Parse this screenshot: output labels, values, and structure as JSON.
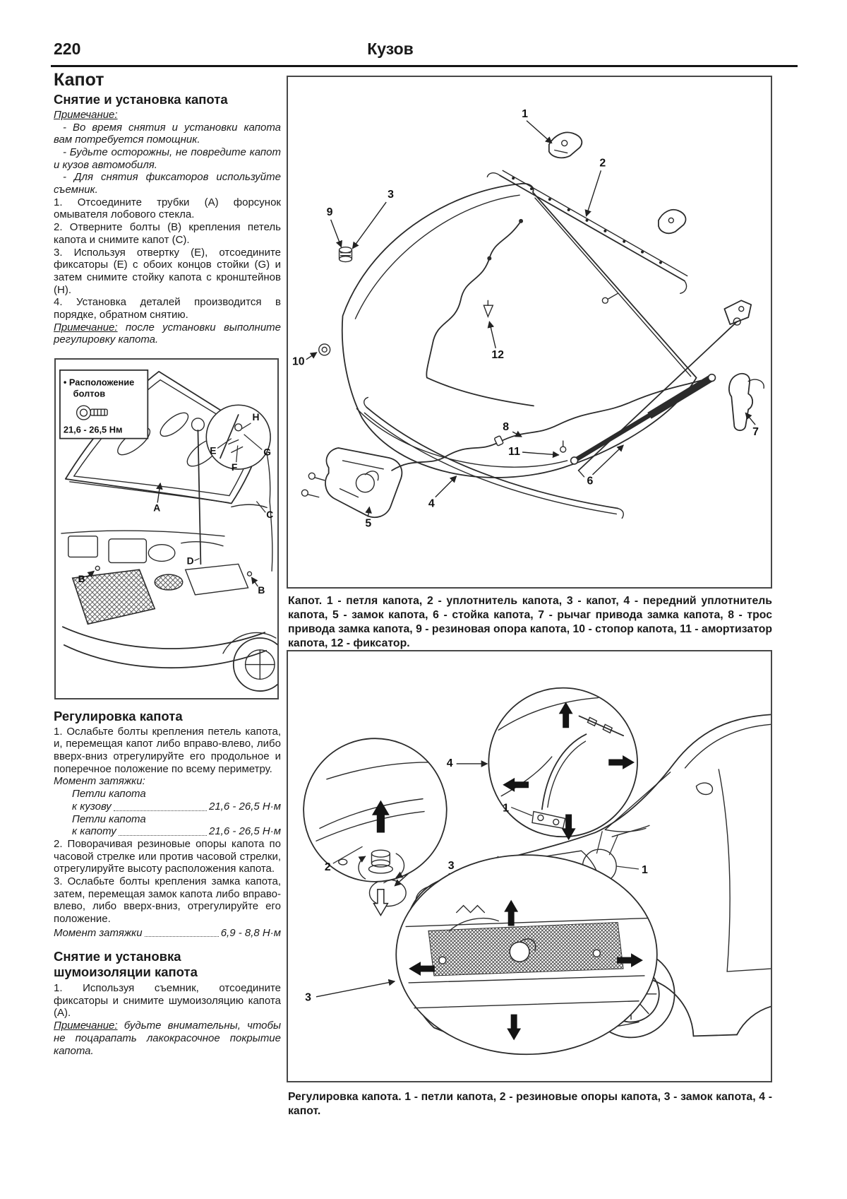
{
  "page": {
    "number": "220",
    "section": "Кузов"
  },
  "left": {
    "title": "Капот",
    "s1_title": "Снятие и установка капота",
    "note1_label": "Примечание:",
    "note1_items": [
      "- Во время снятия и установки капота вам потребуется помощник.",
      "- Будьте осторожны, не повредите капот и кузов автомобиля.",
      "- Для снятия фиксаторов используйте съемник."
    ],
    "steps1": [
      "1. Отсоедините трубки (А) форсунок омывателя лобового стекла.",
      "2. Отверните болты (В) крепления петель капота и снимите капот (С).",
      "3. Используя отвертку (Е), отсоедините фиксаторы (Е) с обоих концов стойки (G) и затем снимите стойку капота с кронштейнов (Н).",
      "4. Установка деталей производится в порядке, обратном снятию."
    ],
    "note2_label": "Примечание:",
    "note2_text": " после установки выполните регулировку капота.",
    "fig": {
      "bolt_line1": "• Расположение",
      "bolt_line2": "болтов",
      "bolt_torque": "21,6 - 26,5 Нм",
      "labels": {
        "a": "A",
        "b": "B",
        "c": "C",
        "d": "D",
        "e": "E",
        "f": "F",
        "g": "G",
        "h": "H"
      }
    },
    "s2_title": "Регулировка капота",
    "adj1": "1. Ослабьте болты крепления петель капота, и, перемещая капот либо вправо-влево, либо вверх-вниз отрегулируйте его продольное и поперечное положение по всему периметру.",
    "torque_head": "Момент затяжки:",
    "spec_rows": [
      {
        "l1": "Петли капота",
        "l2": "к кузову",
        "v": "21,6 - 26,5 Н·м"
      },
      {
        "l1": "Петли капота",
        "l2": "к капоту",
        "v": "21,6 - 26,5 Н·м"
      }
    ],
    "adj2": "2. Поворачивая резиновые опоры капота по часовой стрелке или против часовой стрелки, отрегулируйте высоту расположения капота.",
    "adj3": "3. Ослабьте болты крепления замка капота, затем, перемещая замок капота либо вправо-влево, либо вверх-вниз, отрегулируйте его положение.",
    "torque2_label": "Момент затяжки",
    "torque2_value": "6,9 - 8,8 Н·м",
    "s3_title": "Снятие и установка шумоизоляции капота",
    "noise1": "1. Используя съемник, отсоедините фиксаторы и снимите шумоизоляцию капота (А).",
    "note3_label": "Примечание:",
    "note3_text": " будьте внимательны, чтобы не поцарапать лакокрасочное покрытие капота."
  },
  "fig1": {
    "callouts": [
      "1",
      "2",
      "3",
      "9",
      "10",
      "12",
      "8",
      "11",
      "6",
      "7",
      "5",
      "4"
    ],
    "caption": "Капот. 1 - петля капота, 2 - уплотнитель капота, 3 - капот, 4 - передний уплотнитель капота, 5 - замок капота, 6 - стойка капота, 7 - рычаг привода замка капота, 8 - трос привода замка капота, 9 - резиновая опора капота, 10 - стопор капота, 11 - амортизатор капота, 12 - фиксатор."
  },
  "fig2": {
    "callouts": [
      "4",
      "1",
      "2",
      "3",
      "2",
      "3",
      "2",
      "1"
    ],
    "caption": "Регулировка капота. 1 - петли капота, 2 - резиновые опоры капота, 3 - замок капота, 4 - капот."
  }
}
